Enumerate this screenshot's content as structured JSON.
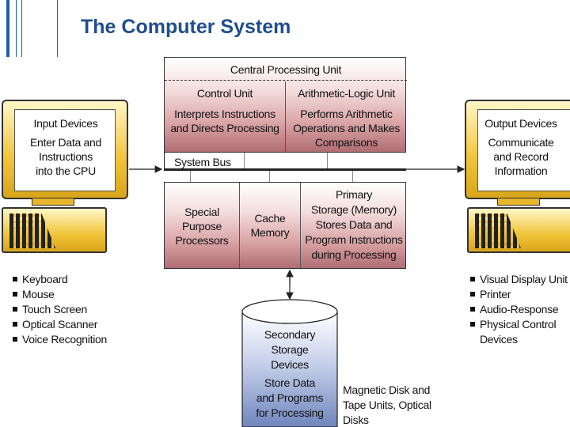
{
  "slide": {
    "title": "The Computer System"
  },
  "cpu": {
    "title": "Central Processing Unit",
    "control_unit": {
      "title": "Control Unit",
      "desc": [
        "Interprets Instructions",
        "and Directs Processing"
      ]
    },
    "alu": {
      "title": "Arithmetic-Logic Unit",
      "desc": [
        "Performs Arithmetic",
        "Operations and Makes",
        "Comparisons"
      ]
    },
    "system_bus": "System Bus",
    "special": [
      "Special",
      "Purpose",
      "Processors"
    ],
    "cache": [
      "Cache",
      "Memory"
    ],
    "primary": [
      "Primary",
      "Storage (Memory)",
      "Stores Data and",
      "Program Instructions",
      "during Processing"
    ]
  },
  "input": {
    "screen": [
      "Input Devices",
      "Enter Data and",
      "Instructions",
      "into the CPU"
    ],
    "list": [
      "Keyboard",
      "Mouse",
      "Touch Screen",
      "Optical Scanner",
      "Voice Recognition"
    ]
  },
  "output": {
    "screen": [
      "Output Devices",
      "Communicate",
      "and Record",
      "Information"
    ],
    "list": [
      "Visual Display Unit",
      "Printer",
      "Audio-Response",
      "Physical Control"
    ],
    "list_cont": "Devices"
  },
  "secondary": {
    "label": [
      "Secondary",
      "Storage",
      "Devices"
    ],
    "desc": [
      "Store Data",
      "and Programs",
      "for Processing"
    ],
    "note": [
      "Magnetic Disk and",
      "Tape Units, Optical",
      "Disks"
    ]
  },
  "colors": {
    "title": "#1f4e8c",
    "cpu_fill": "#d9a3a6",
    "monitor": "#f1c43a",
    "storage": "#6f86bd"
  }
}
